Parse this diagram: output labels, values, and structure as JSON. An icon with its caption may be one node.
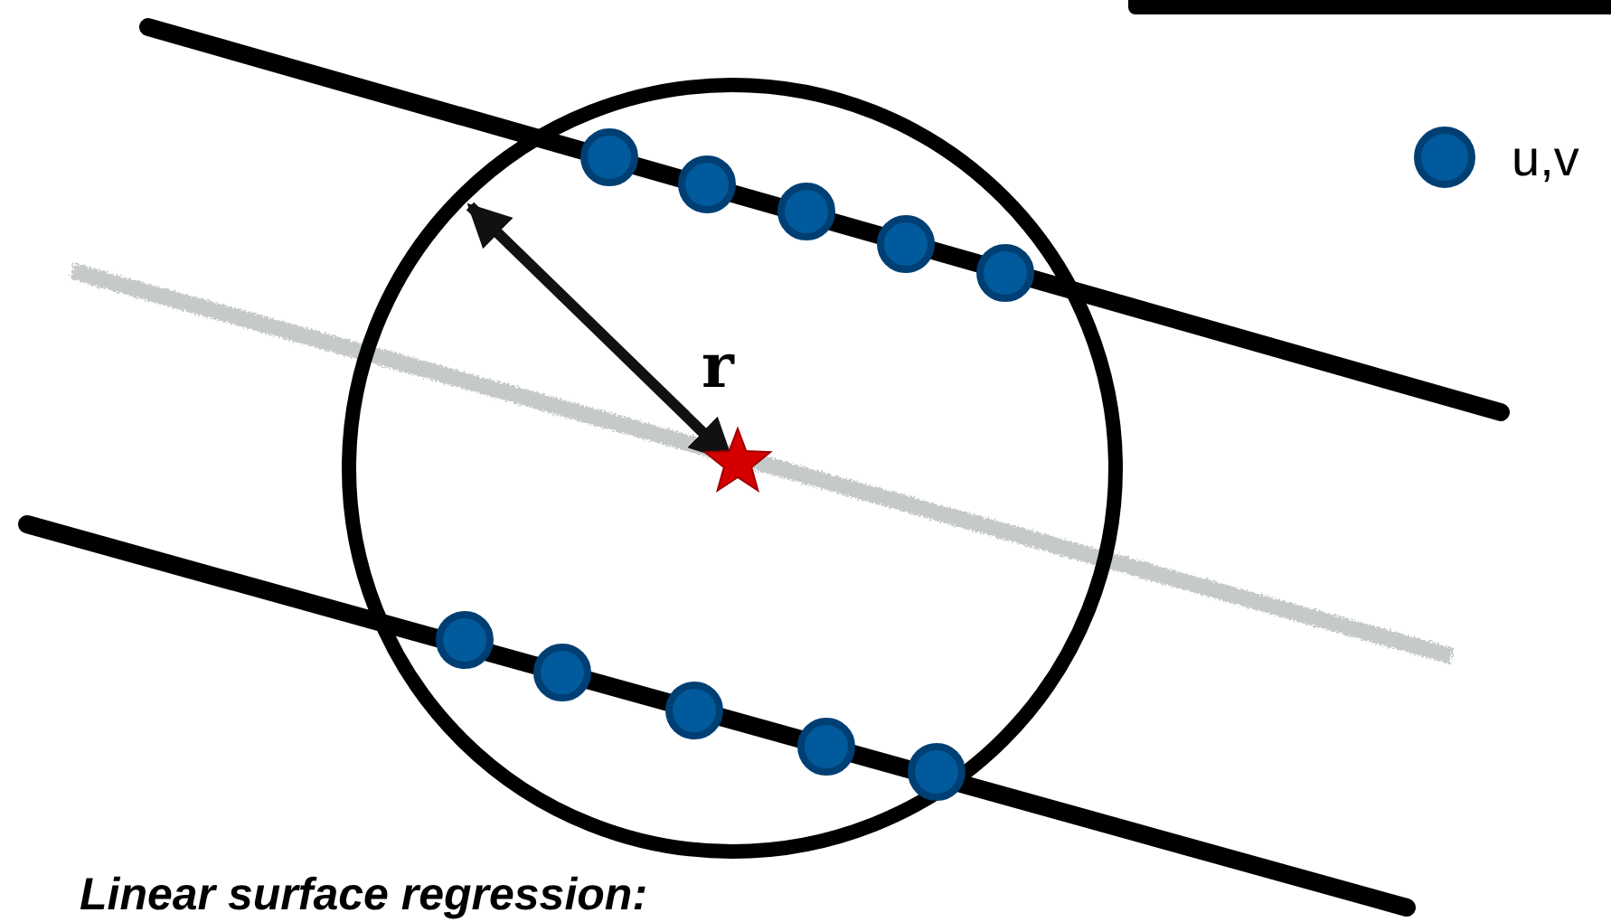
{
  "diagram": {
    "labels": [
      "r",
      "Linear surface regression:"
    ],
    "legend": [
      {
        "text": "u,v",
        "color": "#005a9c"
      }
    ]
  }
}
